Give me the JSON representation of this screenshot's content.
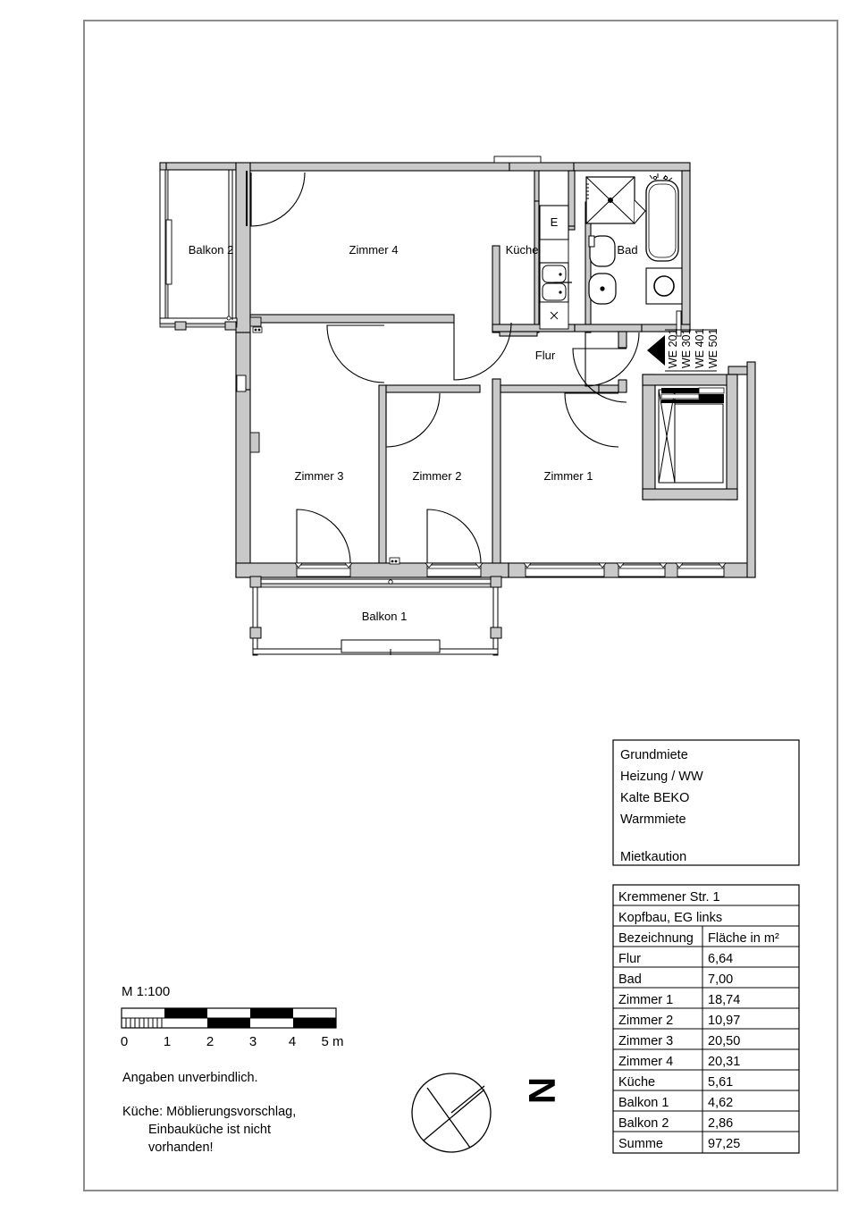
{
  "document": {
    "type": "architectural-floor-plan",
    "title": "Kremmener Str. 1 — Kopfbau, EG links"
  },
  "plan": {
    "rooms": [
      {
        "key": "balkon2",
        "label": "Balkon 2"
      },
      {
        "key": "zimmer4",
        "label": "Zimmer 4"
      },
      {
        "key": "kueche",
        "label": "Küche"
      },
      {
        "key": "bad",
        "label": "Bad"
      },
      {
        "key": "flur",
        "label": "Flur"
      },
      {
        "key": "zimmer3",
        "label": "Zimmer 3"
      },
      {
        "key": "zimmer2",
        "label": "Zimmer 2"
      },
      {
        "key": "zimmer1",
        "label": "Zimmer 1"
      },
      {
        "key": "balkon1",
        "label": "Balkon 1"
      }
    ],
    "unit_markers": [
      "WE 201",
      "WE 301",
      "WE 401",
      "WE 501"
    ],
    "fixtures": [
      {
        "name": "refrigerator",
        "mark": "E"
      },
      {
        "name": "double-sink"
      },
      {
        "name": "stove"
      },
      {
        "name": "shower"
      },
      {
        "name": "toilet"
      },
      {
        "name": "washbasin"
      },
      {
        "name": "bathtub"
      },
      {
        "name": "washing-machine"
      },
      {
        "name": "elevator"
      }
    ]
  },
  "cost_box": {
    "lines": [
      "Grundmiete",
      "Heizung / WW",
      "Kalte BEKO",
      "Warmmiete"
    ],
    "deposit": "Mietkaution"
  },
  "area_table": {
    "address": "Kremmener Str. 1",
    "subtitle": "Kopfbau, EG links",
    "header": {
      "name": "Bezeichnung",
      "area": "Fläche in m²"
    },
    "rows": [
      {
        "name": "Flur",
        "area": "6,64"
      },
      {
        "name": "Bad",
        "area": "7,00"
      },
      {
        "name": "Zimmer 1",
        "area": "18,74"
      },
      {
        "name": "Zimmer 2",
        "area": "10,97"
      },
      {
        "name": "Zimmer 3",
        "area": "20,50"
      },
      {
        "name": "Zimmer 4",
        "area": "20,31"
      },
      {
        "name": "Küche",
        "area": "5,61"
      },
      {
        "name": "Balkon 1",
        "area": "4,62"
      },
      {
        "name": "Balkon 2",
        "area": "2,86"
      },
      {
        "name": "Summe",
        "area": "97,25"
      }
    ]
  },
  "scale": {
    "label": "M 1:100",
    "ticks": [
      "0",
      "1",
      "2",
      "3",
      "4",
      "5 m"
    ]
  },
  "notes": {
    "disclaimer": "Angaben unverbindlich.",
    "kitchen_1": "Küche: Möblierungsvorschlag,",
    "kitchen_2": "Einbauküche ist nicht",
    "kitchen_3": "vorhanden!"
  },
  "compass": {
    "north_label": "N"
  },
  "colors": {
    "wall_fill": "#c9c9c9",
    "wall_stroke": "#000000",
    "frame": "#8c8c8c",
    "paper": "#ffffff"
  }
}
